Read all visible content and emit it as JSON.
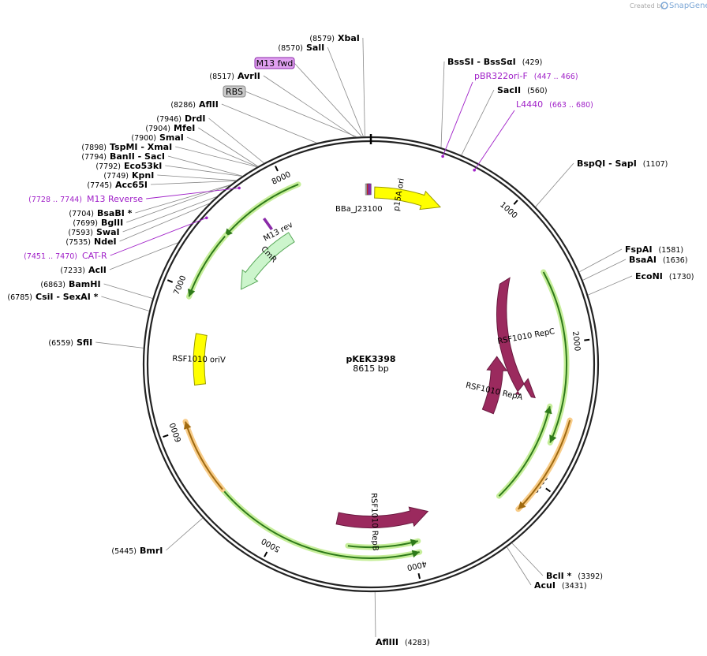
{
  "credit": {
    "prefix": "Created by",
    "brand": "SnapGene"
  },
  "center": {
    "name": "pKEK3398",
    "length": "8615 bp"
  },
  "total_bp": 8615,
  "ticks": [
    {
      "bp": 1000,
      "label": "1000"
    },
    {
      "bp": 2000,
      "label": "2000"
    },
    {
      "bp": 3000,
      "label": "3000"
    },
    {
      "bp": 4000,
      "label": "4000"
    },
    {
      "bp": 5000,
      "label": "5000"
    },
    {
      "bp": 6000,
      "label": "6000"
    },
    {
      "bp": 7000,
      "label": "7000"
    },
    {
      "bp": 8000,
      "label": "8000"
    }
  ],
  "sites": [
    {
      "id": "xbai",
      "name": "XbaI",
      "pos": "(8579)",
      "bp": 8579
    },
    {
      "id": "sali",
      "name": "SalI",
      "pos": "(8570)",
      "bp": 8570
    },
    {
      "id": "avrii",
      "name": "AvrII",
      "pos": "(8517)",
      "bp": 8517
    },
    {
      "id": "aflii",
      "name": "AflII",
      "pos": "(8286)",
      "bp": 8286
    },
    {
      "id": "drdi",
      "name": "DrdI",
      "pos": "(7946)",
      "bp": 7946
    },
    {
      "id": "mfei",
      "name": "MfeI",
      "pos": "(7904)",
      "bp": 7904
    },
    {
      "id": "smai",
      "name": "SmaI",
      "pos": "(7900)",
      "bp": 7900
    },
    {
      "id": "tspmi",
      "name": "TspMI   - XmaI",
      "pos": "(7898)",
      "bp": 7898
    },
    {
      "id": "banii",
      "name": "BanII   - SacI",
      "pos": "(7794)",
      "bp": 7794
    },
    {
      "id": "eco53ki",
      "name": "Eco53kI",
      "pos": "(7792)",
      "bp": 7792
    },
    {
      "id": "kpni",
      "name": "KpnI",
      "pos": "(7749)",
      "bp": 7749
    },
    {
      "id": "acc65i",
      "name": "Acc65I",
      "pos": "(7745)",
      "bp": 7745
    },
    {
      "id": "bsabi",
      "name": "BsaBI *",
      "pos": "(7704)",
      "bp": 7704
    },
    {
      "id": "bglii",
      "name": "BglII",
      "pos": "(7699)",
      "bp": 7699
    },
    {
      "id": "swai",
      "name": "SwaI",
      "pos": "(7593)",
      "bp": 7593
    },
    {
      "id": "ndei",
      "name": "NdeI",
      "pos": "(7535)",
      "bp": 7535
    },
    {
      "id": "acli",
      "name": "AclI",
      "pos": "(7233)",
      "bp": 7233
    },
    {
      "id": "bamhi",
      "name": "BamHI",
      "pos": "(6863)",
      "bp": 6863
    },
    {
      "id": "csii",
      "name": "CsiI   - SexAI *",
      "pos": "(6785)",
      "bp": 6785
    },
    {
      "id": "sfii",
      "name": "SfiI",
      "pos": "(6559)",
      "bp": 6559
    },
    {
      "id": "bmri",
      "name": "BmrI",
      "pos": "(5445)",
      "bp": 5445
    },
    {
      "id": "afliii",
      "name": "AflIII",
      "pos": "(4283)",
      "bp": 4283
    },
    {
      "id": "acui",
      "name": "AcuI",
      "pos": "(3431)",
      "bp": 3431
    },
    {
      "id": "bcli",
      "name": "BclI *",
      "pos": "(3392)",
      "bp": 3392
    },
    {
      "id": "econi",
      "name": "EcoNI",
      "pos": "(1730)",
      "bp": 1730
    },
    {
      "id": "bsaai",
      "name": "BsaAI",
      "pos": "(1636)",
      "bp": 1636
    },
    {
      "id": "fspai",
      "name": "FspAI",
      "pos": "(1581)",
      "bp": 1581
    },
    {
      "id": "bspqi",
      "name": "BspQI   - SapI",
      "pos": "(1107)",
      "bp": 1107
    },
    {
      "id": "sacii",
      "name": "SacII",
      "pos": "(560)",
      "bp": 560
    },
    {
      "id": "bsssi",
      "name": "BssSI   - BssSαI",
      "pos": "(429)",
      "bp": 429
    }
  ],
  "primers": [
    {
      "id": "m13-reverse",
      "name": "M13 Reverse",
      "range": "(7728 .. 7744)",
      "bp": 7736
    },
    {
      "id": "cat-r",
      "name": "CAT-R",
      "range": "(7451 .. 7470)",
      "bp": 7460
    },
    {
      "id": "pbr322ori-f",
      "name": "pBR322ori-F",
      "range": "(447 .. 466)",
      "bp": 456
    },
    {
      "id": "l4440",
      "name": "L4440",
      "range": "(663 .. 680)",
      "bp": 671
    }
  ],
  "boxed_features": [
    {
      "id": "m13-fwd",
      "name": "M13 fwd",
      "bp": 8560,
      "fill": "#e0a0f0",
      "stroke": "#8a2aa8"
    },
    {
      "id": "rbs",
      "name": "RBS",
      "bp": 8530,
      "fill": "#c8c8c8",
      "stroke": "#8a8a8a"
    }
  ],
  "features": [
    {
      "id": "p15a-ori",
      "name": "p15A ori",
      "start": 30,
      "end": 570,
      "dir": 1,
      "radius": 218,
      "width": 14,
      "color": "#ffff00",
      "stroke": "#9a9a00",
      "text": "#000000"
    },
    {
      "id": "rsf1010-repc",
      "name": "RSF1010 RepC",
      "start": 1390,
      "end": 2280,
      "dir": -1,
      "radius": 200,
      "width": 15,
      "color": "#9b2a5e",
      "stroke": "#6a1a40",
      "text": "#ffffff"
    },
    {
      "id": "rsf1010-repa",
      "name": "RSF1010 RepA",
      "start": 2680,
      "end": 2070,
      "dir": -1,
      "radius": 160,
      "width": 15,
      "color": "#9b2a5e",
      "stroke": "#6a1a40",
      "text": "#ffffff"
    },
    {
      "id": "rsf1010-repb",
      "name": "RSF1010 RepB",
      "start": 4600,
      "end": 3800,
      "dir": -1,
      "radius": 200,
      "width": 15,
      "color": "#9b2a5e",
      "stroke": "#6a1a40",
      "text": "#ffffff"
    },
    {
      "id": "cmr",
      "name": "CmR",
      "start": 7850,
      "end": 7180,
      "dir": -1,
      "radius": 190,
      "width": 14,
      "color": "#ccf5cc",
      "stroke": "#58a858",
      "text": "#000000"
    },
    {
      "id": "rsf1010-oriv",
      "name": "RSF1010 oriV",
      "start": 6300,
      "end": 6700,
      "dir": 0,
      "radius": 218,
      "width": 14,
      "color": "#ffff00",
      "stroke": "#9a9a00",
      "text": "#000000"
    }
  ],
  "tracks": [
    {
      "id": "track-top-left",
      "start": 8090,
      "end": 7450,
      "dir": -1,
      "radius": 246,
      "color": "#2e7a1a",
      "glow": "#c6ee9a"
    },
    {
      "id": "track-left",
      "start": 7450,
      "end": 6950,
      "dir": -1,
      "radius": 246,
      "color": "#2e7a1a",
      "glow": "#c6ee9a"
    },
    {
      "id": "track-right-upper",
      "start": 1480,
      "end": 2720,
      "dir": 1,
      "radius": 248,
      "color": "#2e7a1a",
      "glow": "#c6ee9a"
    },
    {
      "id": "track-right-lower",
      "start": 3250,
      "end": 2470,
      "dir": -1,
      "radius": 233,
      "color": "#2e7a1a",
      "glow": "#c6ee9a"
    },
    {
      "id": "track-orange-right",
      "start": 2530,
      "end": 3220,
      "dir": 1,
      "radius": 262,
      "color": "#a06a10",
      "glow": "#f8cc88"
    },
    {
      "id": "track-bottom-outer",
      "start": 5630,
      "end": 3960,
      "dir": -1,
      "radius": 246,
      "color": "#2e7a1a",
      "glow": "#c6ee9a"
    },
    {
      "id": "track-bottom-inner",
      "start": 4480,
      "end": 3950,
      "dir": -1,
      "radius": 232,
      "color": "#2e7a1a",
      "glow": "#c6ee9a"
    },
    {
      "id": "track-orange-left",
      "start": 5500,
      "end": 6050,
      "dir": 1,
      "radius": 246,
      "color": "#a06a10",
      "glow": "#f8cc88"
    }
  ],
  "small_features": [
    {
      "id": "bba-j23100",
      "name": "BBa_J23100",
      "bp": 8600
    },
    {
      "id": "m13-rev",
      "name": "M13 rev",
      "bp": 8020
    }
  ]
}
